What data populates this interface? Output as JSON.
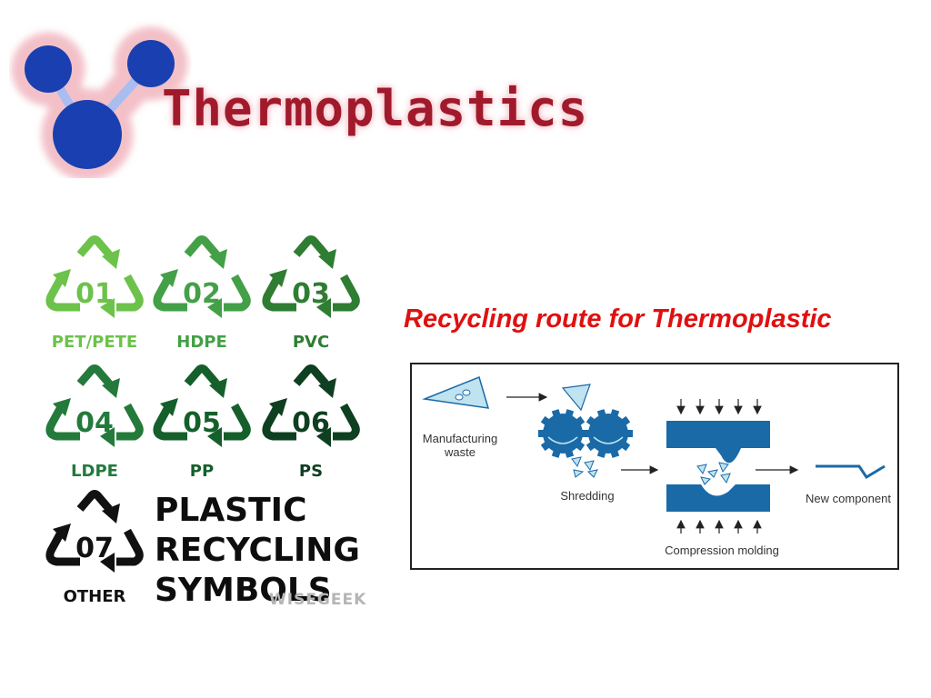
{
  "header": {
    "title": "Thermoplastics",
    "logo_colors": {
      "node": "#1a3fb0",
      "bond": "#a9bdf0",
      "glow": "#f3c0c8"
    }
  },
  "recycling_symbols": {
    "items": [
      {
        "code": "01",
        "label": "PET/PETE",
        "color": "#6cc24a"
      },
      {
        "code": "02",
        "label": "HDPE",
        "color": "#43a047"
      },
      {
        "code": "03",
        "label": "PVC",
        "color": "#2e7d32"
      },
      {
        "code": "04",
        "label": "LDPE",
        "color": "#237a3b"
      },
      {
        "code": "05",
        "label": "PP",
        "color": "#155f2b"
      },
      {
        "code": "06",
        "label": "PS",
        "color": "#0e3f20"
      },
      {
        "code": "07",
        "label": "OTHER",
        "color": "#111111"
      }
    ],
    "heading_lines": [
      "PLASTIC",
      "RECYCLING",
      "SYMBOLS"
    ],
    "watermark": "WISEGEEK"
  },
  "recycling_route": {
    "title": "Recycling route for Thermoplastic",
    "diagram": {
      "label_waste_line1": "Manufacturing",
      "label_waste_line2": "waste",
      "label_shredding": "Shredding",
      "label_molding": "Compression molding",
      "label_component": "New component",
      "color_primary": "#1a6aa8",
      "color_light": "#bfe3ef"
    }
  }
}
